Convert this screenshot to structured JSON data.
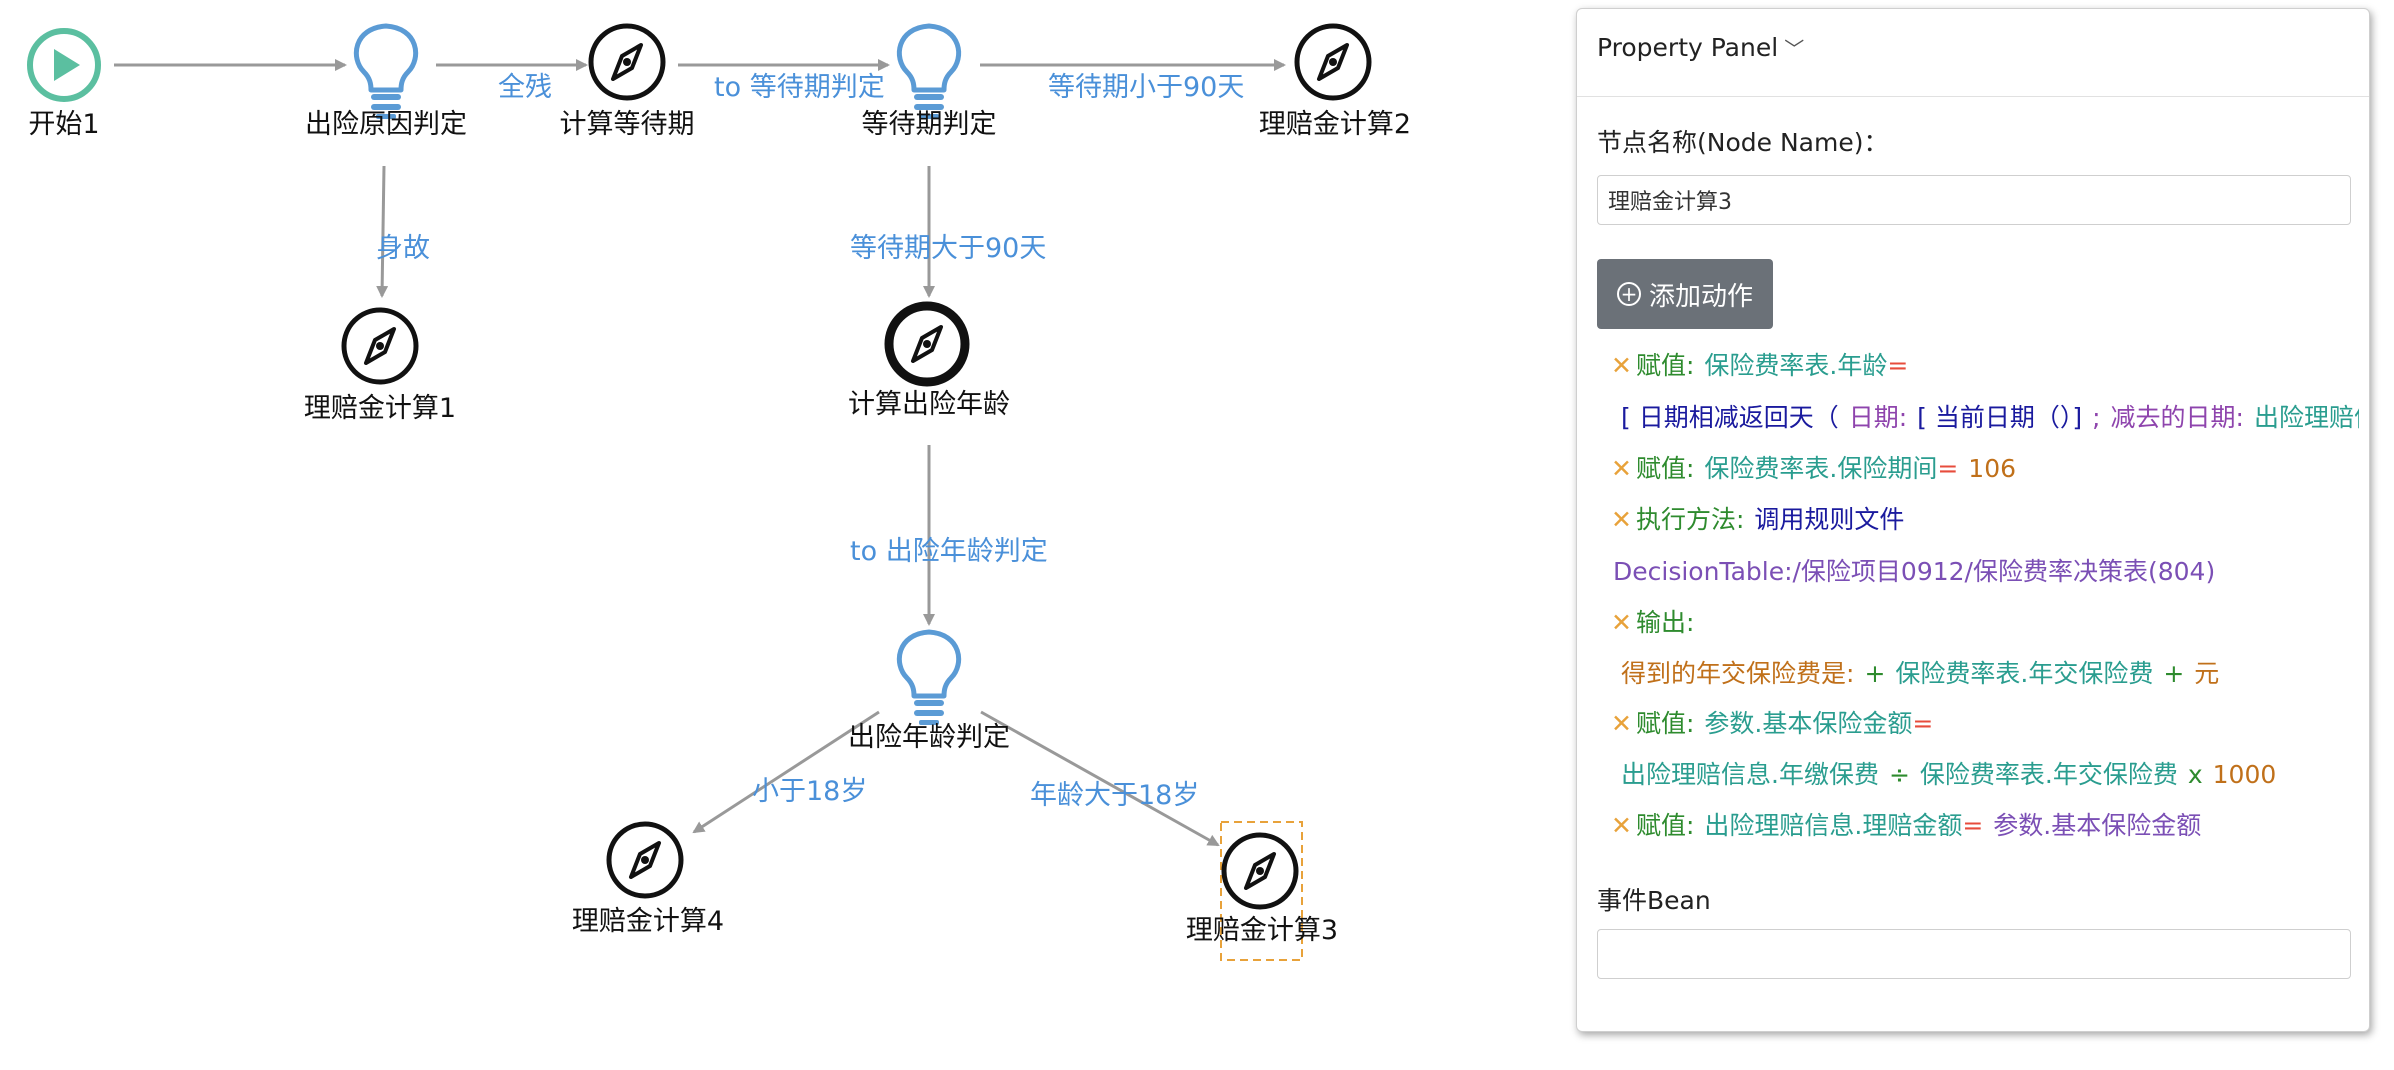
{
  "flow": {
    "nodes": {
      "start": "开始1",
      "cause_judge": "出险原因判定",
      "calc_wait": "计算等待期",
      "wait_judge": "等待期判定",
      "claim2": "理赔金计算2",
      "claim1": "理赔金计算1",
      "calc_age": "计算出险年龄",
      "age_judge": "出险年龄判定",
      "claim4": "理赔金计算4",
      "claim3": "理赔金计算3"
    },
    "edges": {
      "quan_can": "全残",
      "to_wait_judge": "to 等待期判定",
      "wait_lt_90": "等待期小于90天",
      "shen_gu": "身故",
      "wait_gt_90": "等待期大于90天",
      "to_age_judge": "to 出险年龄判定",
      "lt_18": "小于18岁",
      "age_gt_18": "年龄大于18岁"
    }
  },
  "panel": {
    "title": "Property Panel",
    "chevron": "﹀",
    "node_name_label": "节点名称(Node Name)：",
    "node_name_value": "理赔金计算3",
    "add_action_label": "添加动作",
    "event_bean_label": "事件Bean",
    "event_bean_value": "",
    "actions": {
      "a1_kw": "赋值:",
      "a1_var": "保险费率表.年龄",
      "a1_op": "=",
      "a1_fn": "[ 日期相减返回天（",
      "a1_p1": "日期:",
      "a1_p1v": "[ 当前日期（）]",
      "a1_sep": ";",
      "a1_p2": "减去的日期:",
      "a1_p2v": "出险理赔信息.出险日期",
      "a2_kw": "赋值:",
      "a2_var": "保险费率表.保险期间",
      "a2_op": "=",
      "a2_num": "106",
      "a3_kw": "执行方法:",
      "a3_fn": "调用规则文件",
      "a3_path": "DecisionTable:/保险项目0912/保险费率决策表(804)",
      "a4_kw": "输出:",
      "a4_str": "得到的年交保险费是:",
      "a4_plus1": "+",
      "a4_var": "保险费率表.年交保险费",
      "a4_plus2": "+",
      "a4_unit": "元",
      "a5_kw": "赋值:",
      "a5_var": "参数.基本保险金额",
      "a5_op": "=",
      "a5_v1": "出险理赔信息.年缴保费",
      "a5_div": "÷",
      "a5_v2": "保险费率表.年交保险费",
      "a5_mul": "x",
      "a5_num": "1000",
      "a6_kw": "赋值:",
      "a6_var": "出险理赔信息.理赔金额",
      "a6_op": "=",
      "a6_val": "参数.基本保险金额"
    }
  },
  "colors": {
    "start_node": "#5bbfa0",
    "judge_node": "#5b9bd5",
    "edge": "#999999",
    "edge_label": "#4a90d9",
    "selection": "#e8a23a"
  },
  "icons": {
    "start": "play-icon",
    "judge": "lightbulb-icon",
    "action": "compass-icon",
    "remove": "close-icon",
    "add": "plus-circle-icon"
  }
}
